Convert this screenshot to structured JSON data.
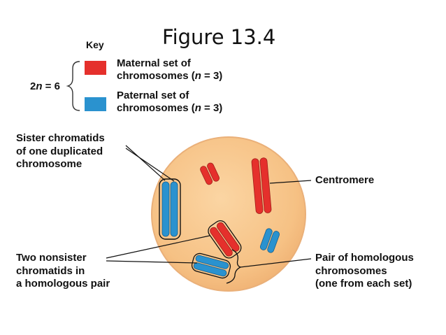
{
  "title": "Figure 13.4",
  "key": {
    "label": "Key",
    "ploidy_prefix": "2",
    "ploidy_var": "n",
    "ploidy_suffix": " = 6",
    "maternal": {
      "line1": "Maternal set of",
      "line2_pre": "chromosomes (",
      "line2_var": "n",
      "line2_post": " = 3)",
      "color": "#e5302c"
    },
    "paternal": {
      "line1": "Paternal set of",
      "line2_pre": "chromosomes (",
      "line2_var": "n",
      "line2_post": " = 3)",
      "color": "#2a92cf"
    }
  },
  "labels": {
    "sister": [
      "Sister chromatids",
      "of one duplicated",
      "chromosome"
    ],
    "centromere": "Centromere",
    "nonsister": [
      "Two nonsister",
      "chromatids in",
      "a homologous pair"
    ],
    "homologous": [
      "Pair of homologous",
      "chromosomes",
      "(one from each set)"
    ]
  },
  "colors": {
    "cell_fill": "#f7c58a",
    "cell_stroke": "#eab079",
    "maternal": "#e5302c",
    "paternal": "#2a92cf"
  }
}
